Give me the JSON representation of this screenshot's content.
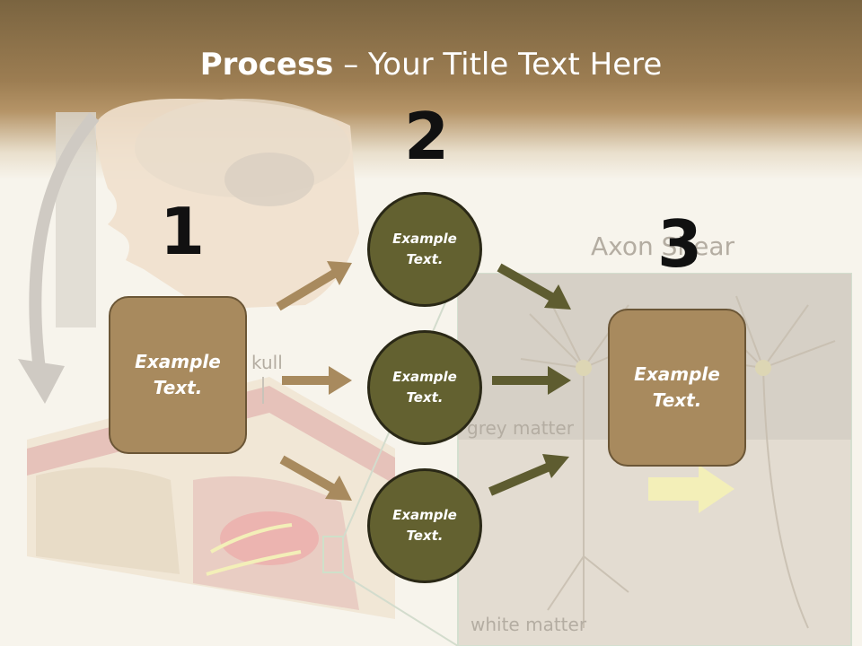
{
  "slide": {
    "title_bold": "Process",
    "title_rest": " – Your Title Text Here"
  },
  "steps": {
    "one": "1",
    "two": "2",
    "three": "3"
  },
  "boxes": {
    "left": {
      "line1": "Example",
      "line2": "Text."
    },
    "right": {
      "line1": "Example",
      "line2": "Text."
    }
  },
  "circles": [
    {
      "line1": "Example",
      "line2": "Text."
    },
    {
      "line1": "Example",
      "line2": "Text."
    },
    {
      "line1": "Example",
      "line2": "Text."
    }
  ],
  "background_labels": {
    "axon_title": "Axon Shear",
    "skull": "kull",
    "grey_matter": "grey matter",
    "white_matter": "white matter"
  },
  "colors": {
    "box_fill": "#a88a5e",
    "circle_fill": "#636130",
    "arrow_tan": "#a88a5e",
    "arrow_olive": "#5e5c30",
    "header_brown": "#7a6440"
  }
}
